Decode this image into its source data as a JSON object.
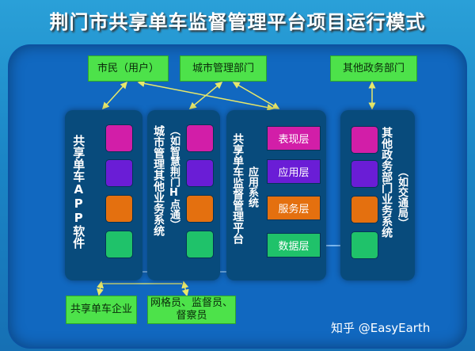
{
  "title": "荆门市共享单车监督管理平台项目运行模式",
  "top_boxes": {
    "citizens": "市民（用户）",
    "city_dept": "城市管理部门",
    "gov_dept": "其他政务部门"
  },
  "columns": {
    "app": "共享单车APP软件",
    "city_system": "城市管理其他业务系统",
    "city_system_note": "（如智慧荆门H点通）",
    "platform": "共享单车监督管理平台",
    "platform_sub": "应用系统",
    "gov_system": "其他政务部门业务系统",
    "gov_system_note": "（如交通局）"
  },
  "layers": {
    "presentation": "表现层",
    "application": "应用层",
    "service": "服务层",
    "data": "数据层"
  },
  "bottom_boxes": {
    "enterprise": "共享单车企业",
    "staff": "网格员、监督员、督察员"
  },
  "colors": {
    "magenta": "#d21ea8",
    "purple": "#6a1dd6",
    "orange": "#e4700f",
    "green": "#1fc26a",
    "lime": "#4de24a"
  },
  "watermark": "知乎 @EasyEarth"
}
